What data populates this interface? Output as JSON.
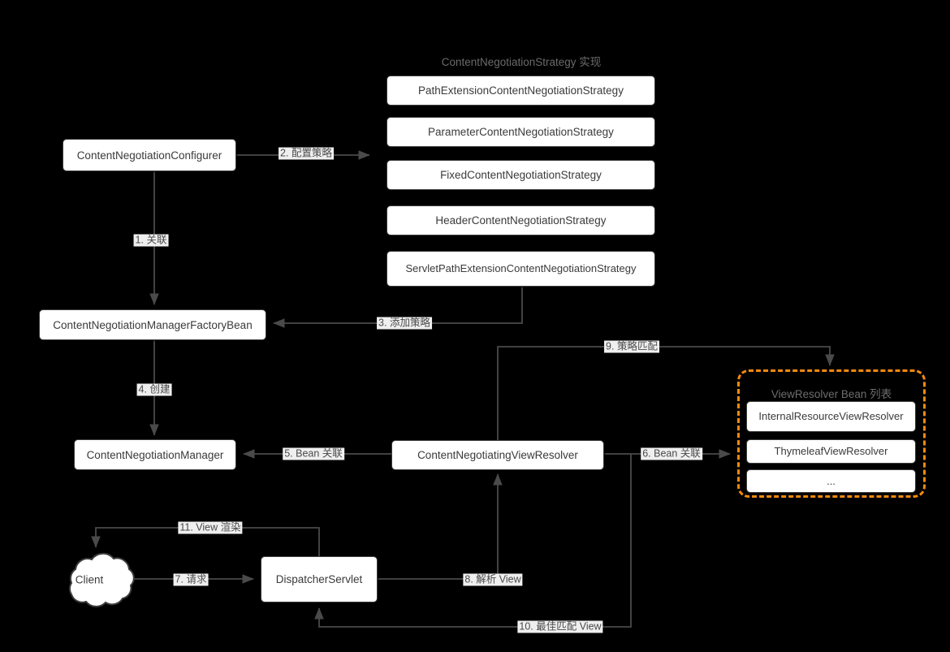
{
  "diagram": {
    "title_strategy_group": "ContentNegotiationStrategy 实现",
    "title_viewresolver_group": "ViewResolver Bean 列表"
  },
  "nodes": {
    "configurer": "ContentNegotiationConfigurer",
    "manager_factory_bean": "ContentNegotiationManagerFactoryBean",
    "manager": "ContentNegotiationManager",
    "negotiating_view_resolver": "ContentNegotiatingViewResolver",
    "dispatcher_servlet": "DispatcherServlet",
    "client": "Client"
  },
  "strategies": [
    "PathExtensionContentNegotiationStrategy",
    "ParameterContentNegotiationStrategy",
    "FixedContentNegotiationStrategy",
    "HeaderContentNegotiationStrategy",
    "ServletPathExtensionContentNegotiationStrategy"
  ],
  "view_resolvers": [
    "InternalResourceViewResolver",
    "ThymeleafViewResolver",
    "..."
  ],
  "edges": [
    {
      "id": "e1",
      "label": "1. 关联"
    },
    {
      "id": "e2",
      "label": "2. 配置策略"
    },
    {
      "id": "e3",
      "label": "3. 添加策略"
    },
    {
      "id": "e4",
      "label": "4. 创建"
    },
    {
      "id": "e5",
      "label": "5. Bean 关联"
    },
    {
      "id": "e6",
      "label": "6. Bean 关联"
    },
    {
      "id": "e7",
      "label": "7. 请求"
    },
    {
      "id": "e8",
      "label": "8. 解析 View"
    },
    {
      "id": "e9",
      "label": "9. 策略匹配"
    },
    {
      "id": "e10",
      "label": "10. 最佳匹配 View"
    },
    {
      "id": "e11",
      "label": "11. View 渲染"
    }
  ],
  "colors": {
    "background": "#000000",
    "node_fill": "#ffffff",
    "node_border": "#3c3c3c",
    "edge_stroke": "#4a4a4a",
    "group_accent": "#f28a0e",
    "label_bg": "#efefef",
    "text": "#3a3a3a"
  }
}
